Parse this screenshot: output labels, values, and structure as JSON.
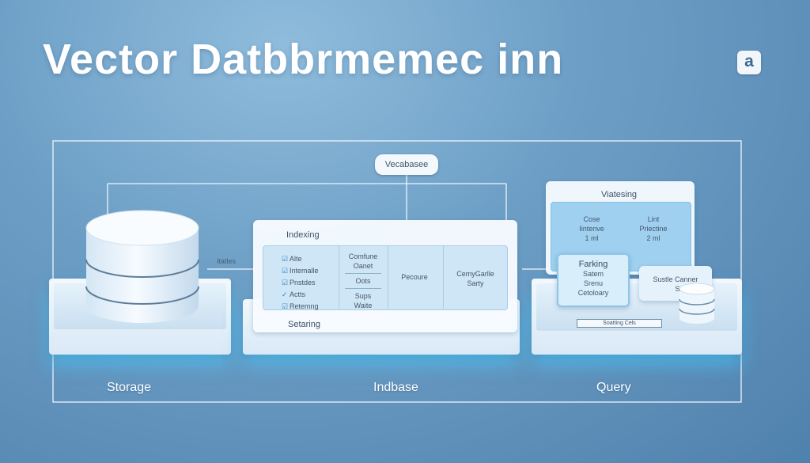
{
  "header": {
    "title": "Vector Datbbrmemec inn",
    "logo_text": "a"
  },
  "center_node": {
    "label": "Vecabasee"
  },
  "side_label": "Itatles",
  "storage": {
    "label": "Storage"
  },
  "indbase": {
    "label": "Indbase",
    "panel_title": "Indexing",
    "footer": "Setaring",
    "list_items": [
      {
        "mark": "☑",
        "text": "Alte"
      },
      {
        "mark": "☑",
        "text": "Intemalle"
      },
      {
        "mark": "☑",
        "text": "Pnstdes"
      },
      {
        "mark": "✓",
        "text": "Actts"
      },
      {
        "mark": "☑",
        "text": "Retemng"
      }
    ],
    "col2": {
      "top": "Comfune",
      "top2": "Oanet",
      "mid": "Oots",
      "bot": "Sups",
      "bot2": "Waite"
    },
    "col3": "Pecoure",
    "col4": {
      "line1": "CemyGarlle",
      "line2": "Sarty"
    }
  },
  "query": {
    "label": "Query",
    "panel_title": "Viatesing",
    "col_a": {
      "line1": "Cose",
      "line2": "Iintenve",
      "line3": "1 ml"
    },
    "col_b": {
      "line1": "Lint",
      "line2": "Priectine",
      "line3": "2 ml"
    },
    "card1": {
      "title": "Farking",
      "line1": "Satem",
      "line2": "Srenu",
      "line3": "Cetoloary"
    },
    "card2": {
      "line1": "Sustle Canner",
      "line2": "Sans"
    },
    "strip": "Soatting Cels"
  }
}
